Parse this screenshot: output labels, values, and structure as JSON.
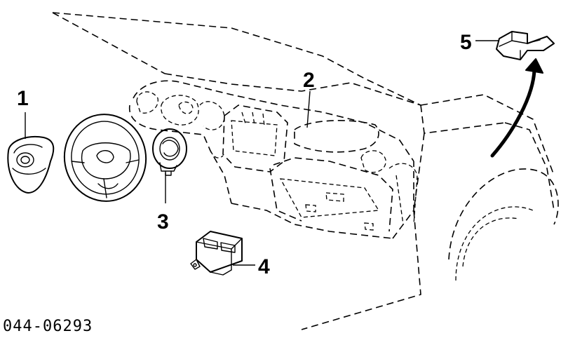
{
  "callouts": {
    "c1": "1",
    "c2": "2",
    "c3": "3",
    "c4": "4",
    "c5": "5"
  },
  "diagram_code": "044-06293"
}
